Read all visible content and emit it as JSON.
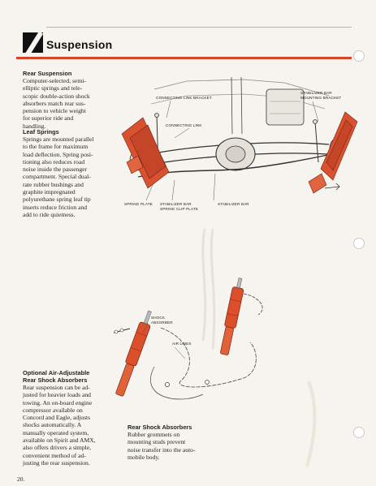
{
  "header": {
    "title": "Suspension"
  },
  "rear_suspension": {
    "heading": "Rear Suspension",
    "body": "Computer-selected, semi-\nelliptic springs and tele-\nscopic double-action shock\nabsorbers match rear sus-\npension to vehicle weight\nfor superior ride and\nhandling."
  },
  "leaf_springs": {
    "heading": "Leaf Springs",
    "body": "Springs are mounted parallel\nto the frame for maximum\nload deflection. Spring posi-\ntioning also reduces road\nnoise inside the passenger\ncompartment. Special dual-\nrate rubber bushings and\ngraphite impregnated\npolyurethane spring leaf tip\ninserts reduce friction and\nadd to ride quietness."
  },
  "air_adjustable": {
    "heading": "Optional Air-Adjustable\nRear Shock Absorbers",
    "body": "Rear suspension can be ad-\njusted for heavier loads and\ntowing. An on-board engine\ncompressor available on\nConcord and Eagle, adjusts\nshocks automatically. A\nmanually operated system,\navailable on Spirit and AMX,\nalso offers drivers a simple,\nconvenient method of ad-\njusting the rear suspension."
  },
  "rear_shocks": {
    "heading": "Rear Shock Absorbers",
    "body": "Rubber grommets on\nmounting studs prevent\nnoise transfer into the auto-\nmobile body."
  },
  "diagram_labels": {
    "connecting_link_bracket": "Connecting Link Bracket",
    "stabilizer_bar_mounting_bracket": "Stabilizer Bar\nMounting Bracket",
    "connecting_link": "Connecting Link",
    "spring_plate": "Spring Plate",
    "stabilizer_bar_spring_clip_plate": "Stabilizer Bar\nSpring Clip Plate",
    "stabilizer_bar": "Stabilizer Bar",
    "shock_absorber": "Shock\nAbsorber",
    "air_lines": "Air Lines"
  },
  "footer": {
    "page_number": "20."
  },
  "colors": {
    "accent_red": "#d6442b",
    "paper": "#f6f4ef",
    "ink": "#231f20"
  }
}
